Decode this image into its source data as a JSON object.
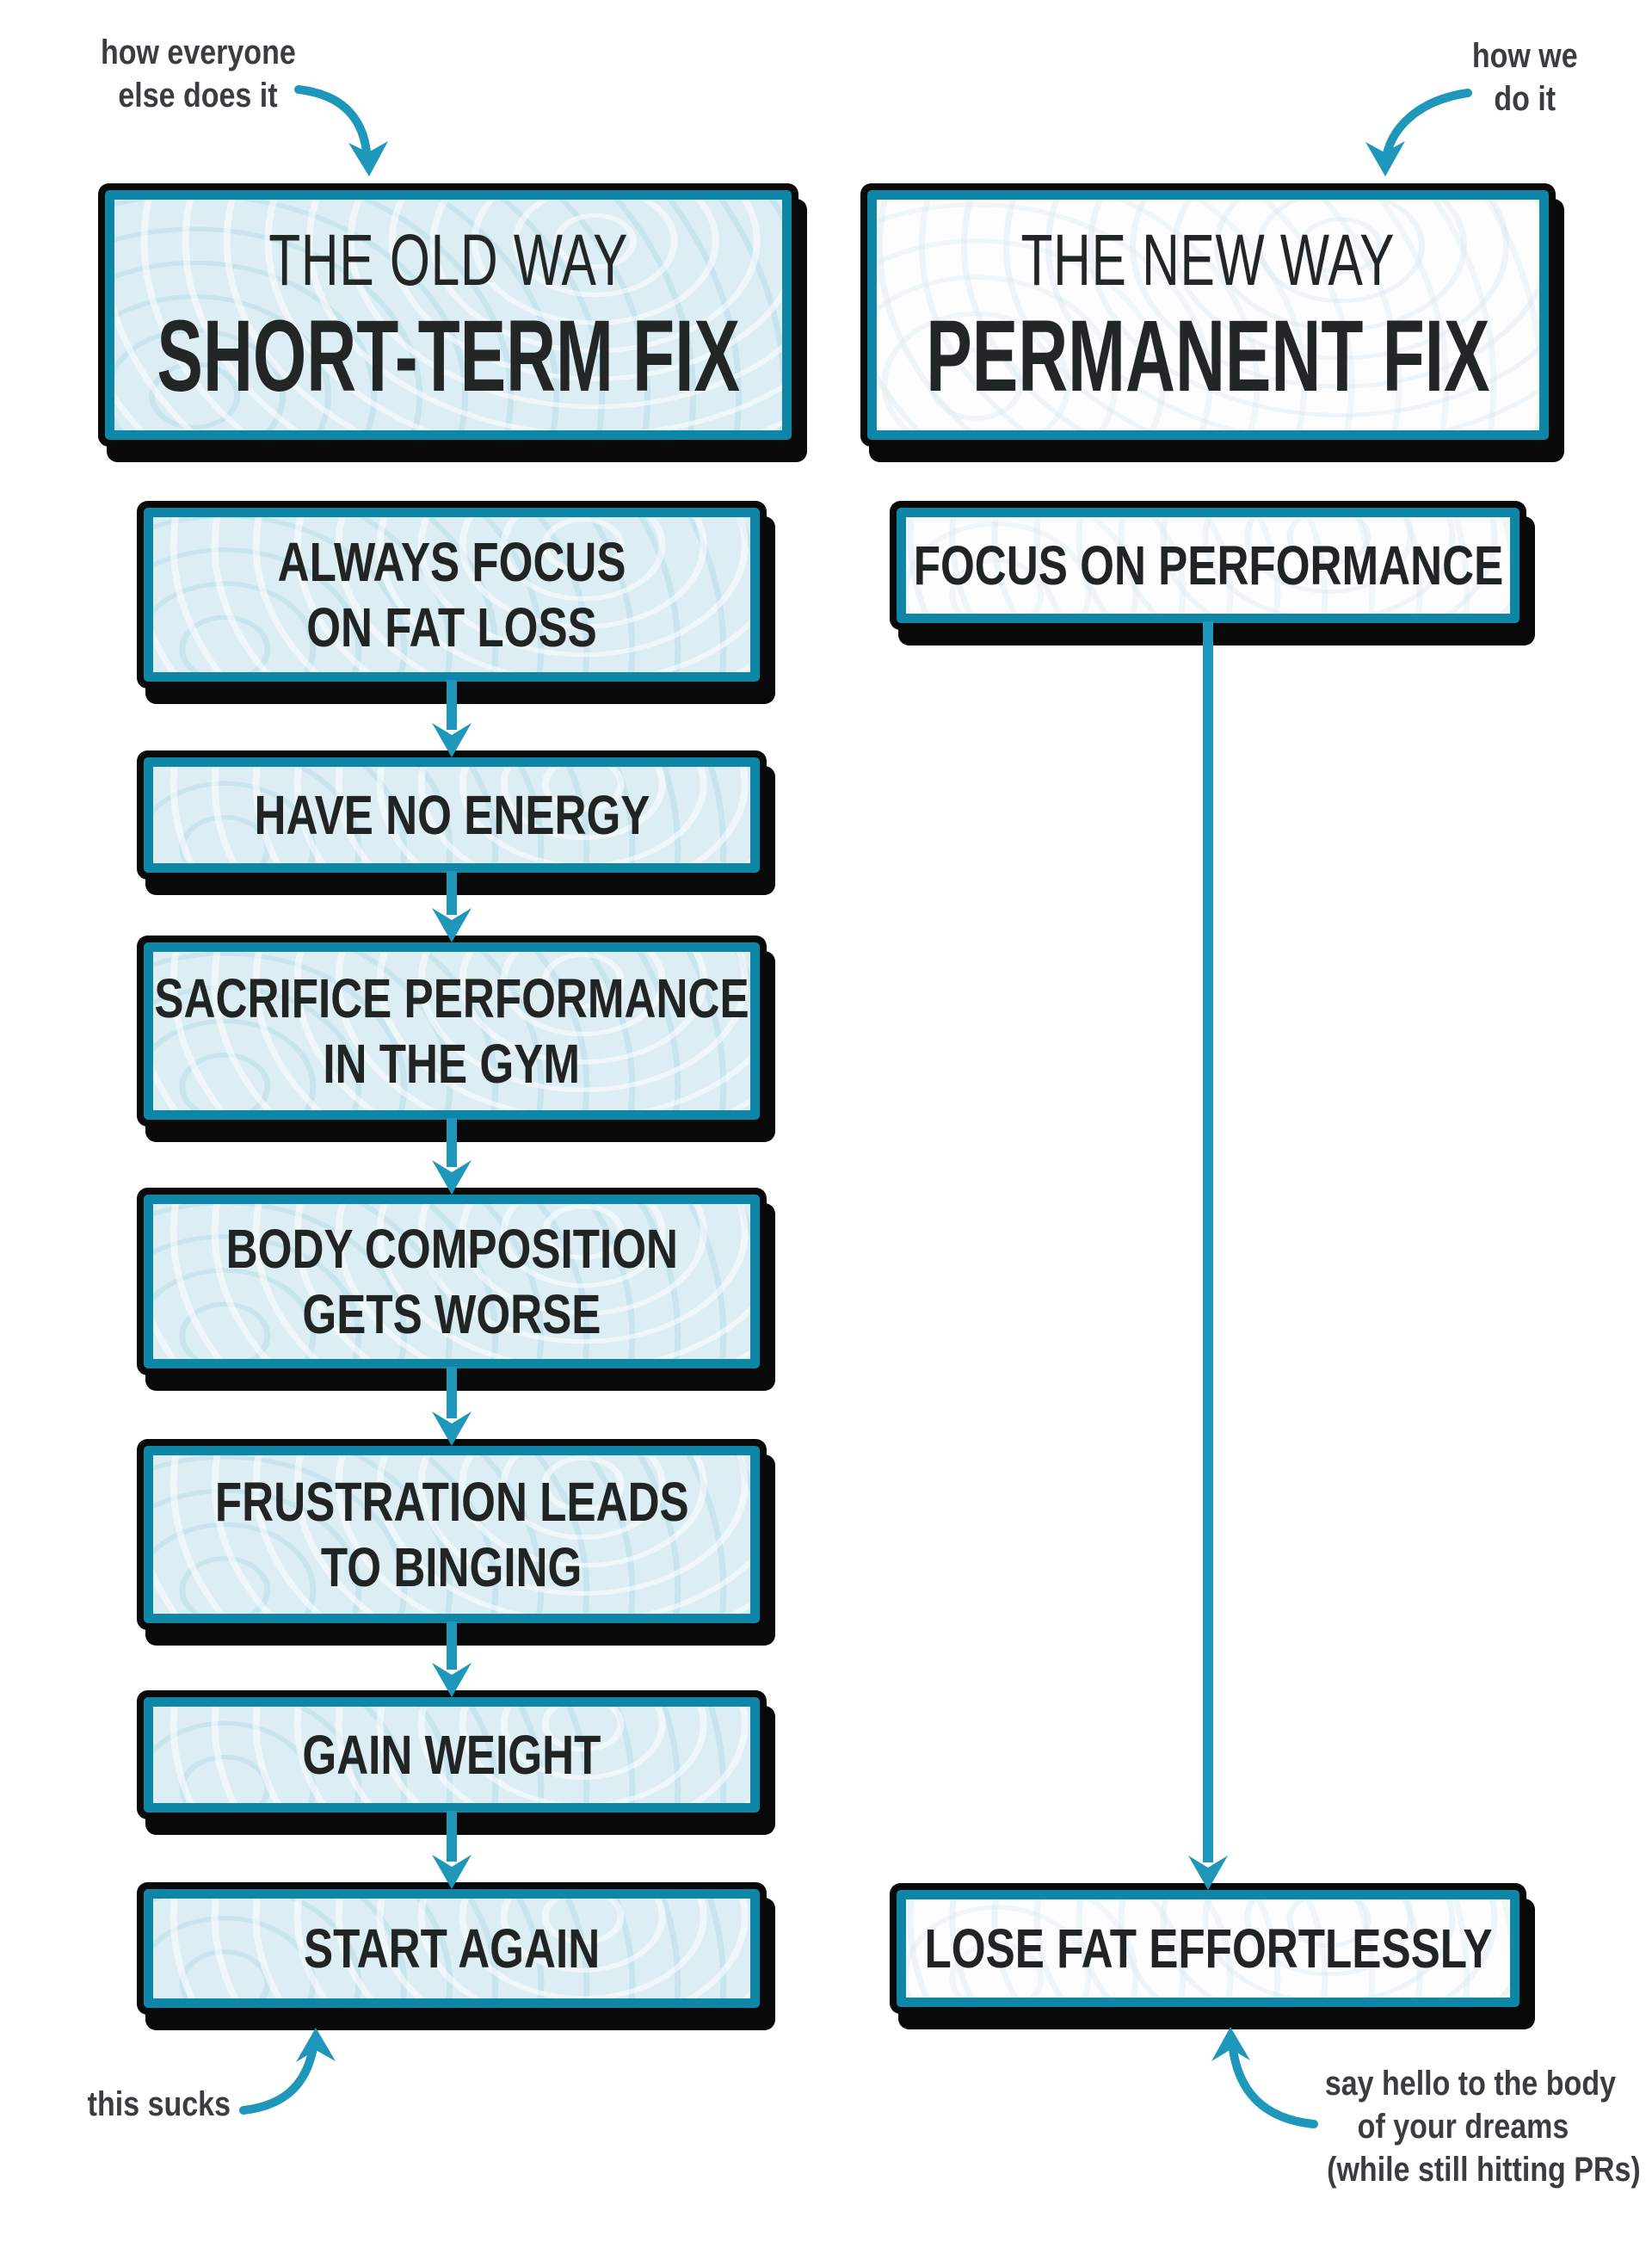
{
  "colors": {
    "teal_border": "#0E86A8",
    "arrow_teal": "#1E97BB",
    "outline_black": "#090909",
    "old_box_fill": "#DCEDF3",
    "new_box_fill": "#FDFDFE",
    "heading_text": "#232627",
    "step_text": "#212425",
    "annotation_text": "#3A3D3F"
  },
  "icons": {
    "flow_arrow": "down-chevron-arrow-icon",
    "curved_annotation_arrow": "curved-arrow-icon"
  },
  "annotations": {
    "top_left": {
      "lines": [
        "how everyone",
        "else does it"
      ]
    },
    "top_right": {
      "lines": [
        "how we",
        "do it"
      ]
    },
    "bottom_left": {
      "lines": [
        "this sucks"
      ]
    },
    "bottom_right": {
      "lines": [
        "say hello to the body",
        "of your dreams",
        "(while still hitting PRs)"
      ]
    }
  },
  "old_way": {
    "header": {
      "kicker": "THE OLD WAY",
      "title": "SHORT-TERM FIX"
    },
    "steps": [
      {
        "lines": [
          "ALWAYS FOCUS",
          "ON FAT LOSS"
        ]
      },
      {
        "lines": [
          "HAVE NO ENERGY"
        ]
      },
      {
        "lines": [
          "SACRIFICE PERFORMANCE",
          "IN THE GYM"
        ]
      },
      {
        "lines": [
          "BODY COMPOSITION",
          "GETS WORSE"
        ]
      },
      {
        "lines": [
          "FRUSTRATION LEADS",
          "TO BINGING"
        ]
      },
      {
        "lines": [
          "GAIN WEIGHT"
        ]
      },
      {
        "lines": [
          "START AGAIN"
        ]
      }
    ]
  },
  "new_way": {
    "header": {
      "kicker": "THE NEW WAY",
      "title": "PERMANENT FIX"
    },
    "steps": [
      {
        "lines": [
          "FOCUS ON PERFORMANCE"
        ]
      },
      {
        "lines": [
          "LOSE FAT EFFORTLESSLY"
        ]
      }
    ]
  }
}
